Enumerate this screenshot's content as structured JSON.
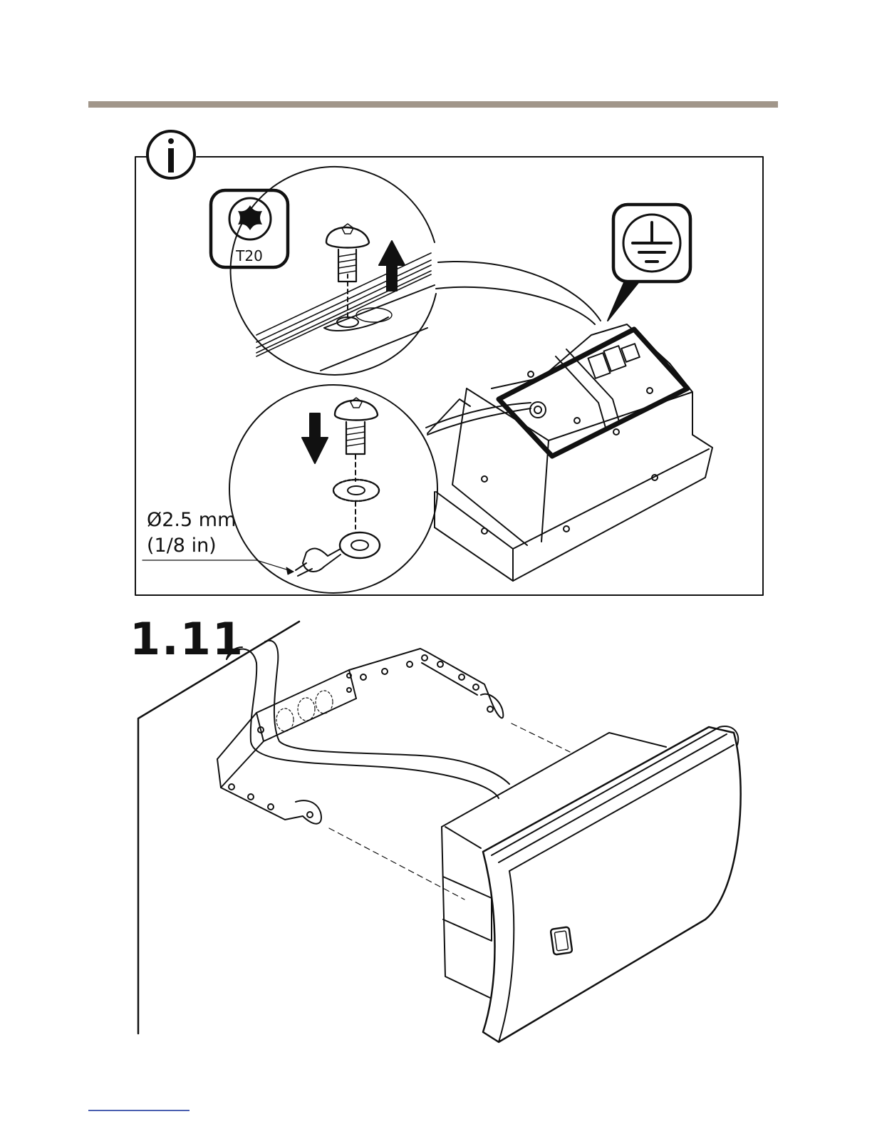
{
  "step": {
    "number": "1.11"
  },
  "info_panel": {
    "tool_badge_label": "T20",
    "wire_diameter_metric": "Ø2.5 mm",
    "wire_diameter_imperial": "(1/8 in)"
  },
  "icons": {
    "info": "info-icon",
    "torx": "torx-t20-icon",
    "ground": "protective-earth-ground-icon",
    "arrow_up": "arrow-up-icon",
    "arrow_down": "arrow-down-icon"
  },
  "colors": {
    "header_rule": "#a1968a",
    "footer_line": "#4a5fb0",
    "line_art": "#111111"
  }
}
